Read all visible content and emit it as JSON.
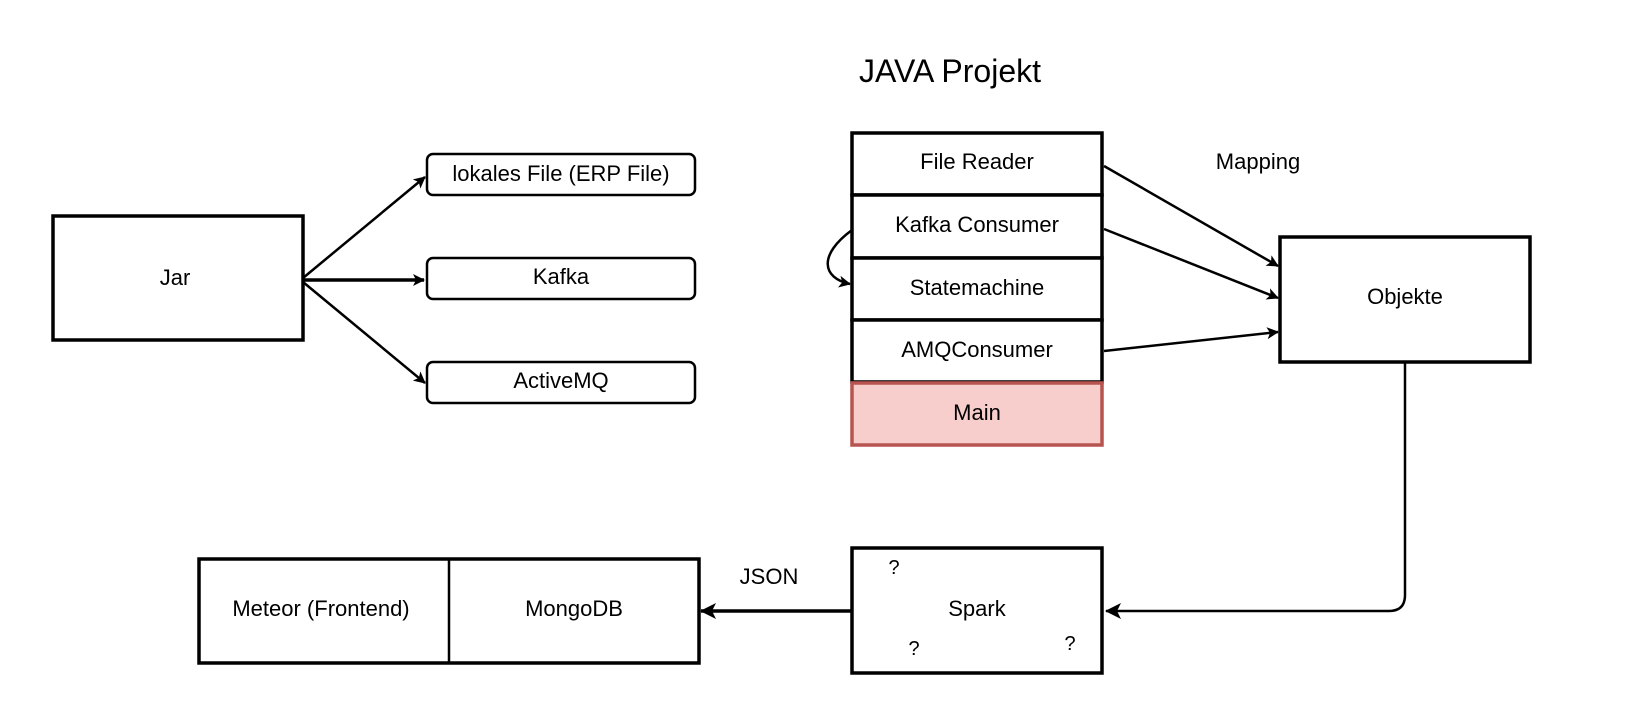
{
  "title": "JAVA Projekt",
  "colors": {
    "main_fill": "#f8cecc",
    "main_stroke": "#b85450",
    "stroke": "#000000"
  },
  "nodes": {
    "jar": "Jar",
    "local_file": "lokales File (ERP File)",
    "kafka": "Kafka",
    "activemq": "ActiveMQ",
    "file_reader": "File Reader",
    "kafka_consumer": "Kafka Consumer",
    "statemachine": "Statemachine",
    "amq_consumer": "AMQConsumer",
    "main": "Main",
    "objekte": "Objekte",
    "spark": "Spark",
    "spark_q1": "?",
    "spark_q2": "?",
    "spark_q3": "?",
    "meteor": "Meteor (Frontend)",
    "mongodb": "MongoDB"
  },
  "edge_labels": {
    "mapping": "Mapping",
    "json": "JSON"
  }
}
